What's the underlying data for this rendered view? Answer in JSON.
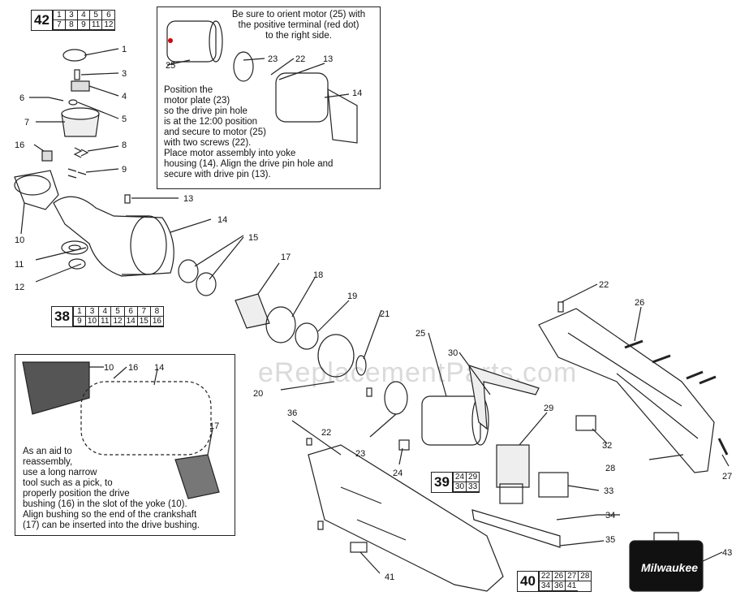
{
  "watermark": "eReplacementParts.com",
  "brand_logo": "Milwaukee",
  "callouts": {
    "c1": "1",
    "c3": "3",
    "c4": "4",
    "c5": "5",
    "c6": "6",
    "c7": "7",
    "c8": "8",
    "c9": "9",
    "c10": "10",
    "c11": "11",
    "c12": "12",
    "c13": "13",
    "c14": "14",
    "c15": "15",
    "c16": "16",
    "c17": "17",
    "c18": "18",
    "c19": "19",
    "c20": "20",
    "c21": "21",
    "c22a": "22",
    "c22b": "22",
    "c23": "23",
    "c24": "24",
    "c25": "25",
    "c26": "26",
    "c27": "27",
    "c28": "28",
    "c29": "29",
    "c30": "30",
    "c32": "32",
    "c33": "33",
    "c34": "34",
    "c35": "35",
    "c36": "36",
    "c41": "41",
    "c43": "43",
    "i25": "25",
    "i23": "23",
    "i22": "22",
    "i13": "13",
    "i14": "14",
    "b10": "10",
    "b16": "16",
    "b14": "14",
    "b17": "17"
  },
  "kits": {
    "k42": {
      "num": "42",
      "items": [
        "1",
        "3",
        "4",
        "5",
        "6",
        "7",
        "8",
        "9",
        "11",
        "12"
      ]
    },
    "k38": {
      "num": "38",
      "items": [
        "1",
        "3",
        "4",
        "5",
        "6",
        "7",
        "8",
        "9",
        "10",
        "11",
        "12",
        "14",
        "15",
        "16"
      ]
    },
    "k39": {
      "num": "39",
      "items": [
        "24",
        "29",
        "30",
        "33"
      ]
    },
    "k40": {
      "num": "40",
      "items": [
        "22",
        "26",
        "27",
        "28",
        "34",
        "36",
        "41"
      ]
    }
  },
  "inset_top": {
    "orient_note": "Be sure to orient motor (25) with\nthe positive terminal (red dot)\nto the right side.",
    "position_note": "Position the\nmotor plate (23)\nso the drive pin hole\nis at the 12:00 position\nand secure to motor (25)\nwith two screws (22).\nPlace motor assembly into yoke\nhousing (14). Align the drive pin hole and\nsecure with drive pin (13)."
  },
  "inset_bottom": {
    "note": "As an aid to\nreassembly,\nuse a long narrow\ntool such as a pick, to\nproperly position the drive\nbushing (16) in the slot of the yoke (10).\nAlign bushing so the end of the crankshaft\n(17) can be inserted into the drive bushing."
  }
}
